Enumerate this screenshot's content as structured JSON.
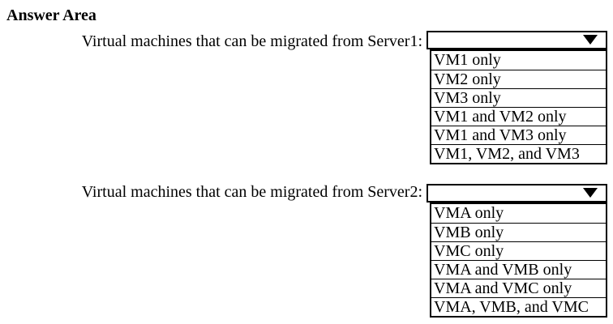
{
  "title": "Answer Area",
  "colors": {
    "background": "#ffffff",
    "border": "#000000",
    "text": "#000000"
  },
  "questions": [
    {
      "label": "Virtual machines that can be migrated from Server1:",
      "selected_value": "",
      "icon": "caret-down-icon",
      "options": [
        "VM1 only",
        "VM2 only",
        "VM3 only",
        "VM1 and VM2 only",
        "VM1 and VM3 only",
        "VM1, VM2, and VM3"
      ]
    },
    {
      "label": "Virtual machines that can be migrated from Server2:",
      "selected_value": "",
      "icon": "caret-down-icon",
      "options": [
        "VMA only",
        "VMB only",
        "VMC only",
        "VMA and VMB only",
        "VMA and VMC only",
        "VMA, VMB, and VMC"
      ]
    }
  ]
}
